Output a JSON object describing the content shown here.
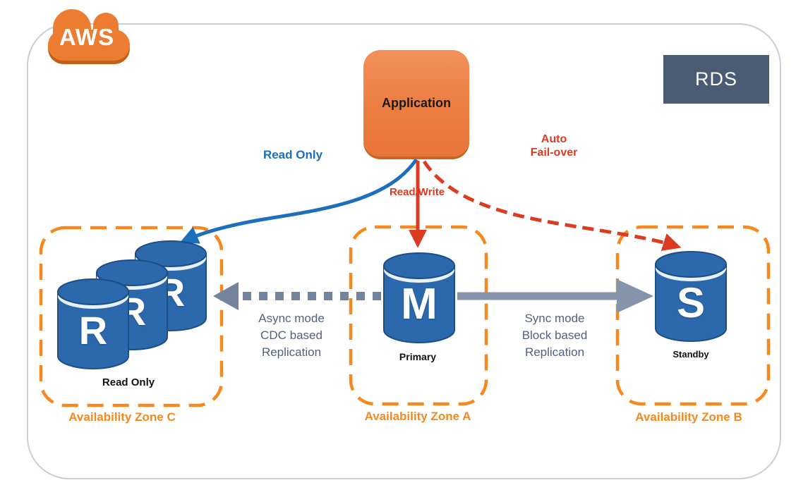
{
  "branding": {
    "cloud_label": "AWS",
    "service_label": "RDS"
  },
  "app": {
    "title": "Application"
  },
  "connections": {
    "read_only": "Read Only",
    "read_write": "Read/Write",
    "auto_failover": "Auto\nFail-over",
    "async_replication": "Async mode\nCDC based\nReplication",
    "sync_replication": "Sync mode\nBlock based\nReplication"
  },
  "zones": [
    {
      "name": "Availability Zone C",
      "db_letter": "R",
      "db_caption": "Read Only"
    },
    {
      "name": "Availability Zone A",
      "db_letter": "M",
      "db_caption": "Primary"
    },
    {
      "name": "Availability Zone B",
      "db_letter": "S",
      "db_caption": "Standby"
    }
  ],
  "colors": {
    "orange_brand": "#EC7C30",
    "orange_zone": "#F5891F",
    "blue_link": "#1C6FBC",
    "red_link": "#DC3B22",
    "slate_text": "#51627F",
    "gray_arrow": "#7D8CA6",
    "rds_bg": "#4A5B74",
    "db_blue": "#2B68AC"
  }
}
